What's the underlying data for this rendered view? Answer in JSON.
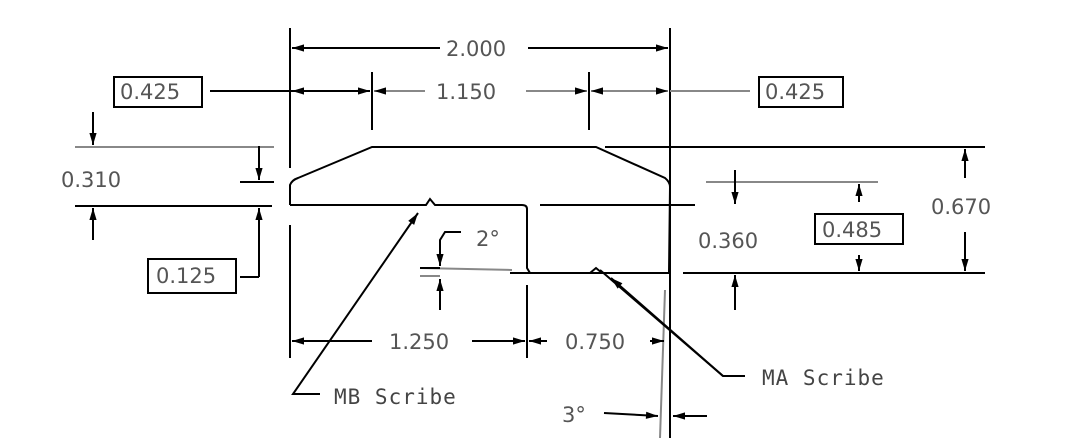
{
  "drawing": {
    "dimensions": {
      "overall_width": "2.000",
      "top_flat": "1.150",
      "left_chamfer": "0.425",
      "right_chamfer": "0.425",
      "left_height": "0.310",
      "left_lip": "0.125",
      "overall_height": "0.670",
      "step_height": "0.360",
      "right_height": "0.485",
      "bottom_left_width": "1.250",
      "bottom_right_width": "0.750",
      "step_angle": "2°",
      "side_angle": "3°"
    },
    "labels": {
      "mb_scribe": "MB Scribe",
      "ma_scribe": "MA Scribe"
    },
    "colors": {
      "line": "#000000",
      "text": "#555555",
      "background": "#ffffff"
    }
  }
}
